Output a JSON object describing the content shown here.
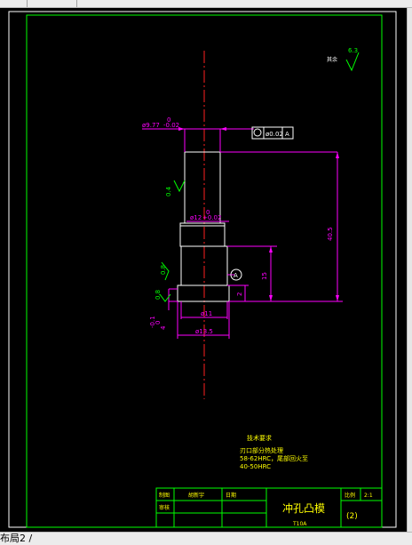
{
  "drawing": {
    "roughness_symbol": {
      "value": "6.3",
      "label": "其余"
    },
    "dims": {
      "top_dia_label": "ø9.77",
      "top_dia_upper": "0",
      "top_dia_lower": "-0.02",
      "mid_dia_label": "ø12",
      "mid_dia_upper": "0",
      "mid_dia_lower": "+0.02",
      "ra_top": "0.4",
      "ra_mid": "0.8",
      "ra_bottom": "0.8",
      "shank_dia": "ø11",
      "collar_dia": "ø13.5",
      "len_total": "40.5",
      "len_shank": "15",
      "len_small": "2",
      "head_height": "4",
      "head_tol": "0",
      "head_tol2": "-0.1",
      "datum_letter": "A",
      "gtol_value": "ø0.02",
      "gtol_datum": "A"
    },
    "notes": {
      "title": "技术要求",
      "lines": [
        "刃口部分热处理",
        "58-62HRC，尾部回火至",
        "40-50HRC"
      ]
    },
    "title_block": {
      "drawing_label": "制图",
      "drawing_name": "胡新宇",
      "date_label": "日期",
      "check_label": "审核",
      "part_name": "冲孔凸模",
      "scale_label": "比例",
      "scale_value": "2:1",
      "material": "T10A",
      "sheet_no": "(2)"
    }
  },
  "statusbar": {
    "layout_tab": "布局2"
  }
}
